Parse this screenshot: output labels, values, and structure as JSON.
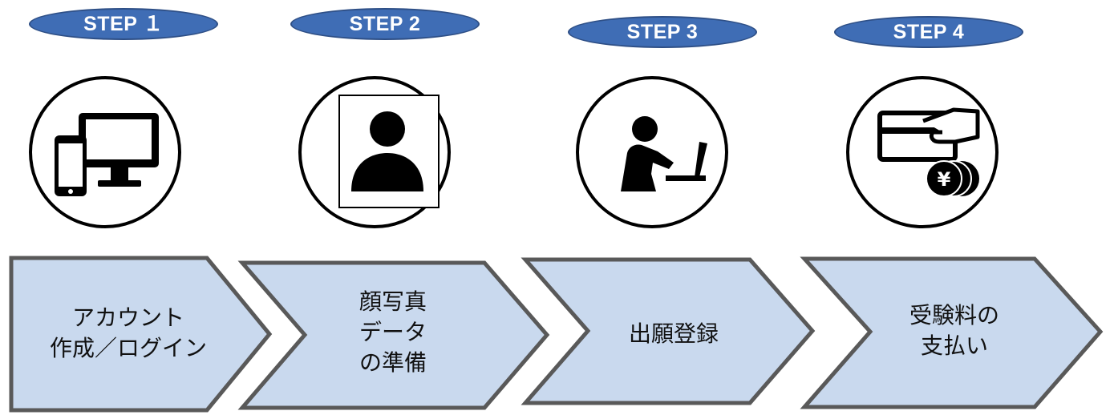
{
  "steps": [
    {
      "badge": "STEP １",
      "icon": "devices-icon",
      "label_lines": [
        "アカウント",
        "作成／ログイン"
      ]
    },
    {
      "badge": "STEP 2",
      "icon": "photo-id-icon",
      "label_lines": [
        "顔写真",
        "データ",
        "の準備"
      ]
    },
    {
      "badge": "STEP 3",
      "icon": "person-laptop-icon",
      "label_lines": [
        "出願登録"
      ]
    },
    {
      "badge": "STEP 4",
      "icon": "card-payment-yen-icon",
      "label_lines": [
        "受験料の",
        "支払い"
      ]
    }
  ],
  "colors": {
    "badge_fill": "#3F6DB5",
    "chevron_fill": "#C9D9EE",
    "chevron_stroke": "#595959"
  }
}
